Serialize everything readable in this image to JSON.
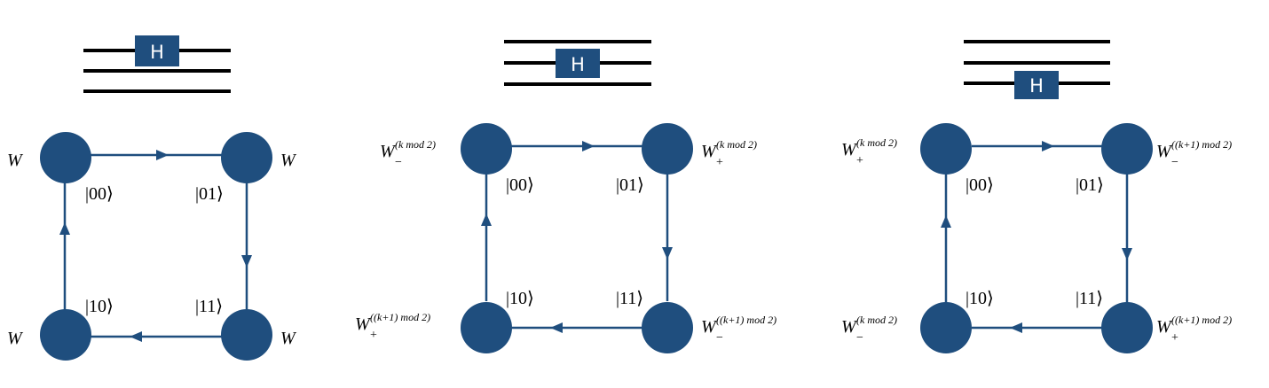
{
  "colors": {
    "node": "#1f4e7e",
    "wire": "#000000",
    "gate": "#1f4e7e",
    "gate_text": "#ffffff"
  },
  "gate_label": "H",
  "kets": {
    "k00": "|00⟩",
    "k01": "|01⟩",
    "k10": "|10⟩",
    "k11": "|11⟩"
  },
  "panels": [
    {
      "gate_on_wire": 1,
      "weights": {
        "tl": {
          "base": "W",
          "sup": "",
          "sub": ""
        },
        "tr": {
          "base": "W",
          "sup": "",
          "sub": ""
        },
        "bl": {
          "base": "W",
          "sup": "",
          "sub": ""
        },
        "br": {
          "base": "W",
          "sup": "",
          "sub": ""
        }
      }
    },
    {
      "gate_on_wire": 2,
      "weights": {
        "tl": {
          "base": "W",
          "sup": "(k mod 2)",
          "sub": "−"
        },
        "tr": {
          "base": "W",
          "sup": "(k mod 2)",
          "sub": "+"
        },
        "bl": {
          "base": "W",
          "sup": "((k+1) mod 2)",
          "sub": "+"
        },
        "br": {
          "base": "W",
          "sup": "((k+1) mod 2)",
          "sub": "−"
        }
      }
    },
    {
      "gate_on_wire": 3,
      "weights": {
        "tl": {
          "base": "W",
          "sup": "(k mod 2)",
          "sub": "+"
        },
        "tr": {
          "base": "W",
          "sup": "((k+1) mod 2)",
          "sub": "−"
        },
        "bl": {
          "base": "W",
          "sup": "(k mod 2)",
          "sub": "−"
        },
        "br": {
          "base": "W",
          "sup": "((k+1) mod 2)",
          "sub": "+"
        }
      }
    }
  ]
}
